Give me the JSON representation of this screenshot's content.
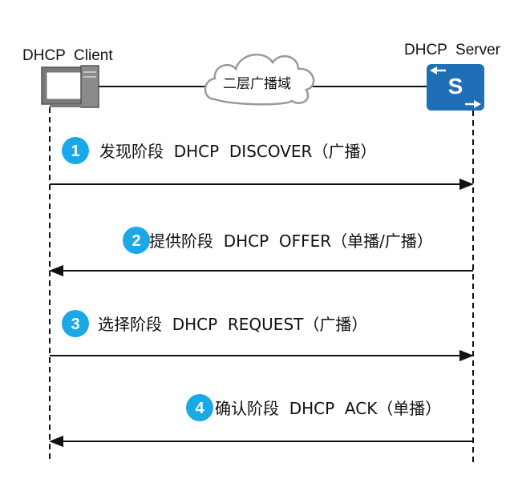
{
  "client": {
    "label": "DHCP  Client",
    "icon": "computer-icon"
  },
  "server": {
    "label": "DHCP  Server",
    "icon": "switch-icon",
    "icon_letter": "S",
    "color": "#1f6fb6"
  },
  "network": {
    "label": "二层广播域",
    "icon": "cloud-icon"
  },
  "badge_color": "#1aa9e6",
  "steps": [
    {
      "number": "1",
      "label": "发现阶段  DHCP  DISCOVER（广播）",
      "direction": "client-to-server"
    },
    {
      "number": "2",
      "label": "提供阶段  DHCP  OFFER（单播/广播）",
      "direction": "server-to-client"
    },
    {
      "number": "3",
      "label": "选择阶段  DHCP  REQUEST（广播）",
      "direction": "client-to-server"
    },
    {
      "number": "4",
      "label": "确认阶段  DHCP  ACK（单播）",
      "direction": "server-to-client"
    }
  ]
}
